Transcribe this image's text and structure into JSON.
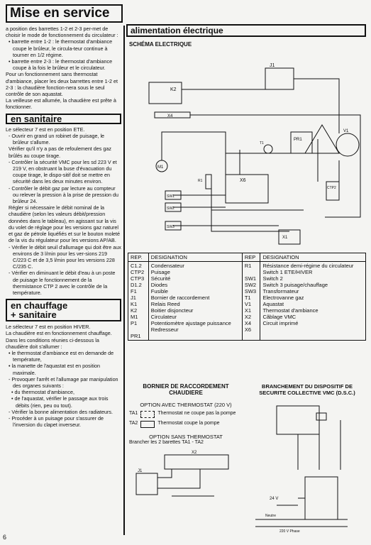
{
  "title": "Mise en service",
  "intro": [
    "a position des barrettes 1-2 et 2-3 per-met de choisir le mode de fonctionnement du circulateur :",
    "• barrette entre 1-2 : le thermostat d'ambiance coupe le brûleur, le circula-teur continue à tourner en 1/2 régime.",
    "• barrette entre 2-3 : le thermostat d'ambiance coupe à la fois le brûleur et le circulateur.",
    "Pour un fonctionnement sans thermostat d'ambiance, placer les deux barrettes entre 1-2 et 2-3 : la chaudière fonction-nera sous le seul contrôle de son aquastat.",
    "La veilleuse est allumée, la chaudière est prête à fonctionner."
  ],
  "sanitaire": {
    "heading": "en sanitaire",
    "lines": [
      "Le sélecteur 7 est en position ETE.",
      "- Ouvrir en grand un robinet de puisage, le brûleur s'allume.",
      "Vérifier qu'il n'y a pas de refoulement des gaz brûlés au coupe tirage.",
      "- Contrôler la sécurité VMC pour les sd 223 V et 219 V, en obstruant la buse d'évacuation du coupe tirage, le dispo-sitif doit se mettre en sécurité dans les deux minutes environ.",
      "- Contrôler le débit gaz par lecture au compteur ou relever la pression à la prise de pression du brûleur 24.",
      "Régler si nécessaire le débit nominal de la chaudière (selon les valeurs débit/pression données dans le tableau), en agissant sur la vis du volet de réglage pour les versions gaz naturel et gaz de pétrole liquéfiés et sur le bouton moleté de la vis du régulateur pour les versions AP/AB.",
      "- Vérifier le débit seuil d'allumage qui doit être aux environs de 3 l/min pour les ver-sions 219 C/223 C et de 3,5 l/min pour les versions 228 C/235 C.",
      "- Vérifier en diminuant le débit d'eau à un poste de puisage le fonctionnement de la thermistance CTP 2 avec le contrôle de la température."
    ]
  },
  "chauffage": {
    "heading1": "en chauffage",
    "heading2": "+ sanitaire",
    "lines": [
      "Le sélecteur 7 est en position HIVER.",
      "La chaudière est en fonctionnement chauffage.",
      "Dans les conditions réunies ci-dessous la chaudière doit s'allumer :",
      "• le thermostat d'ambiance est en demande de température,",
      "• la manette de l'aquastat est en position maximale.",
      "- Provoquer l'arrêt et l'allumage par manipulation des organes suivants :",
      "• du thermostat d'ambiance,",
      "• de l'aquastat, vérifier le passage aux trois débits (rien, peu ou tout).",
      "- Vérifier la bonne alimentation des radiateurs.",
      "- Procéder à un puisage pour s'assurer de l'inversion du clapet inverseur."
    ]
  },
  "alim": {
    "heading": "alimentation électrique",
    "schema": "SCHÉMA ELECTRIQUE"
  },
  "legend": {
    "h1": "REP.",
    "h2": "DESIGNATION",
    "h3": "REP",
    "h4": "DESIGNATION",
    "left": [
      [
        "C1.2",
        "Condensateur"
      ],
      [
        "CTP2",
        "Puisage"
      ],
      [
        "CTP3",
        "Sécurité"
      ],
      [
        "D1.2",
        "Diodes"
      ],
      [
        "F1",
        "Fusible"
      ],
      [
        "J1",
        "Bornier de raccordement"
      ],
      [
        "K1",
        "Relais Reed"
      ],
      [
        "K2",
        "Boitier disjoncteur"
      ],
      [
        "M1",
        "Circulateur"
      ],
      [
        "P1",
        "Potentiomètre ajustage puissance"
      ],
      [
        "PR1",
        "Redresseur"
      ]
    ],
    "right": [
      [
        "R1",
        "Résistance demi-régime du circulateur"
      ],
      [
        "SW1",
        "Switch 1 ETE/HIVER"
      ],
      [
        "SW2",
        "Switch 2"
      ],
      [
        "SW3",
        "Switch 3 puisage/chauffage"
      ],
      [
        "T1",
        "Transformateur"
      ],
      [
        "V1",
        "Electrovanne gaz"
      ],
      [
        "X1",
        "Aquastat"
      ],
      [
        "X2",
        "Thermostat d'ambiance"
      ],
      [
        "X4",
        "Câblage VMC"
      ],
      [
        "X6",
        "Circuit imprimé"
      ]
    ]
  },
  "bornier": {
    "title": "BORNIER DE RACCORDEMENT CHAUDIERE",
    "opt1": "OPTION AVEC THERMOSTAT (220 V)",
    "ta1": "TA1",
    "ta1_text": "Thermostat ne coupe pas la pompe",
    "ta2": "TA2",
    "ta2_text": "Thermostat coupe la pompe",
    "opt2": "OPTION SANS THERMOSTAT",
    "opt2_text": "Brancher les 2 barettes TA1 - TA2"
  },
  "dsc": {
    "title": "BRANCHEMENT DU DISPOSITIF DE SECURITE COLLECTIVE VMC (D.S.C.)",
    "v24": "24 V",
    "neutre": "Neutre",
    "phase": "220 V Phase"
  },
  "page": "6"
}
